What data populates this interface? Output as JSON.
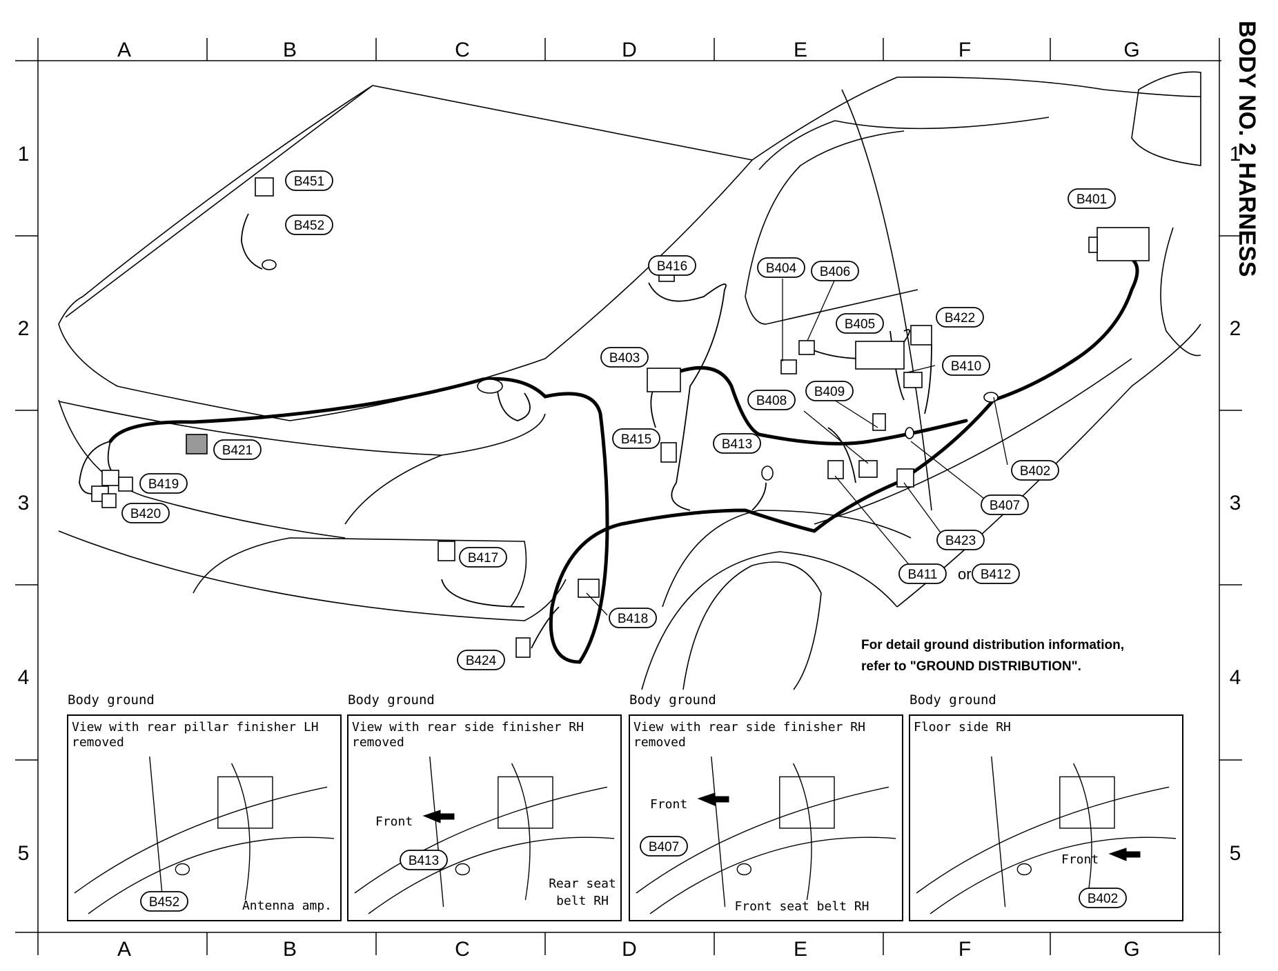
{
  "title": "BODY NO. 2 HARNESS",
  "columns": [
    "A",
    "B",
    "C",
    "D",
    "E",
    "F",
    "G"
  ],
  "rows": [
    "1",
    "2",
    "3",
    "4",
    "5"
  ],
  "connectors": [
    {
      "id": "c-b401",
      "label": "B401"
    },
    {
      "id": "c-b402",
      "label": "B402"
    },
    {
      "id": "c-b403",
      "label": "B403"
    },
    {
      "id": "c-b404",
      "label": "B404"
    },
    {
      "id": "c-b405",
      "label": "B405"
    },
    {
      "id": "c-b406",
      "label": "B406"
    },
    {
      "id": "c-b407",
      "label": "B407"
    },
    {
      "id": "c-b408",
      "label": "B408"
    },
    {
      "id": "c-b409",
      "label": "B409"
    },
    {
      "id": "c-b410",
      "label": "B410"
    },
    {
      "id": "c-b411",
      "label": "B411"
    },
    {
      "id": "c-b412",
      "label": "B412"
    },
    {
      "id": "c-b413",
      "label": "B413"
    },
    {
      "id": "c-b415",
      "label": "B415"
    },
    {
      "id": "c-b416",
      "label": "B416"
    },
    {
      "id": "c-b417",
      "label": "B417"
    },
    {
      "id": "c-b418",
      "label": "B418"
    },
    {
      "id": "c-b419",
      "label": "B419"
    },
    {
      "id": "c-b420",
      "label": "B420"
    },
    {
      "id": "c-b421",
      "label": "B421"
    },
    {
      "id": "c-b422",
      "label": "B422"
    },
    {
      "id": "c-b423",
      "label": "B423"
    },
    {
      "id": "c-b424",
      "label": "B424"
    },
    {
      "id": "c-b451",
      "label": "B451"
    },
    {
      "id": "c-b452",
      "label": "B452"
    }
  ],
  "or_text": "or",
  "note": {
    "line1": "For detail ground distribution information,",
    "line2": "refer to \"GROUND DISTRIBUTION\"."
  },
  "insets": [
    {
      "heading": "Body ground",
      "view_line1": "View with rear pillar finisher LH",
      "view_line2": "removed",
      "labels": {
        "connector": "B452",
        "part": "Antenna amp."
      }
    },
    {
      "heading": "Body ground",
      "view_line1": "View with rear side finisher RH",
      "view_line2": "removed",
      "labels": {
        "connector": "B413",
        "front": "Front",
        "part1": "Rear seat",
        "part2": "belt RH"
      }
    },
    {
      "heading": "Body ground",
      "view_line1": "View with rear side finisher RH",
      "view_line2": "removed",
      "labels": {
        "connector": "B407",
        "front": "Front",
        "part": "Front seat belt RH"
      }
    },
    {
      "heading": "Body ground",
      "view_line1": "Floor side RH",
      "view_line2": "",
      "labels": {
        "connector": "B402",
        "front": "Front"
      }
    }
  ],
  "colors": {
    "line": "#000000",
    "background": "#ffffff"
  }
}
